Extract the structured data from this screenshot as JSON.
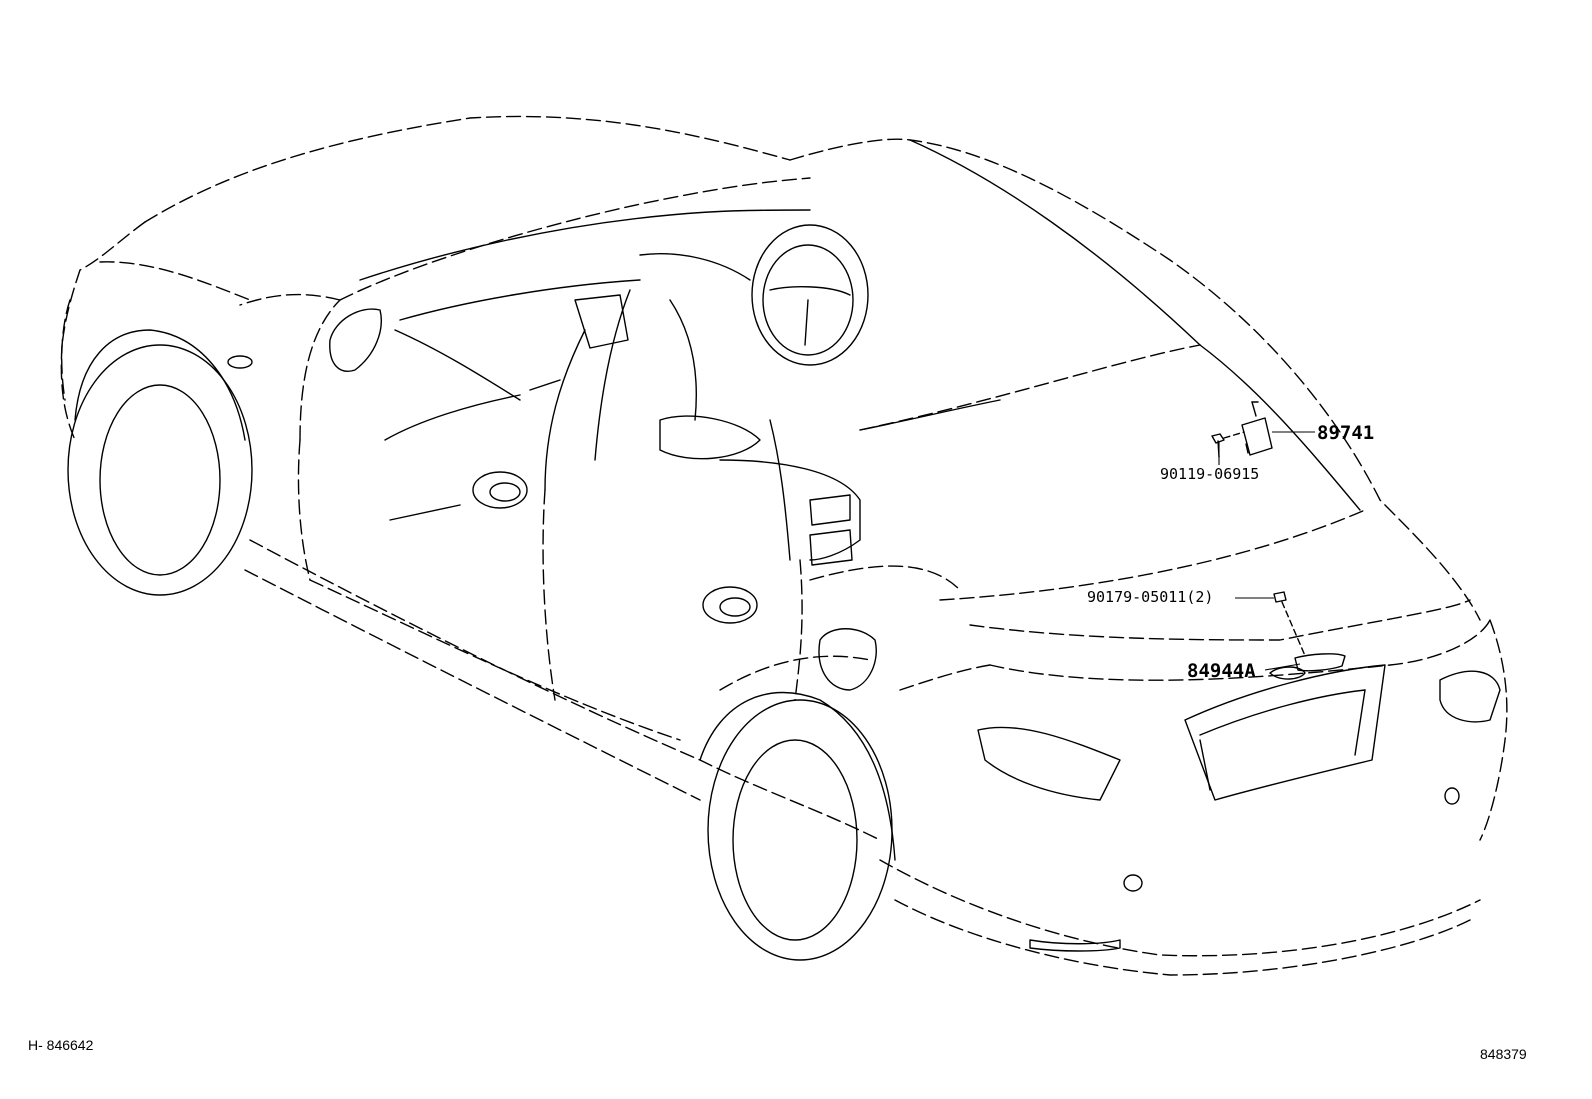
{
  "parts": [
    {
      "id": "p1",
      "number": "89741"
    },
    {
      "id": "p2",
      "number": "90119-06915"
    },
    {
      "id": "p3",
      "number": "90179-05011(2)"
    },
    {
      "id": "p4",
      "number": "84944A"
    }
  ],
  "footer": {
    "left_code": "H- 846642",
    "right_code": "848379"
  }
}
